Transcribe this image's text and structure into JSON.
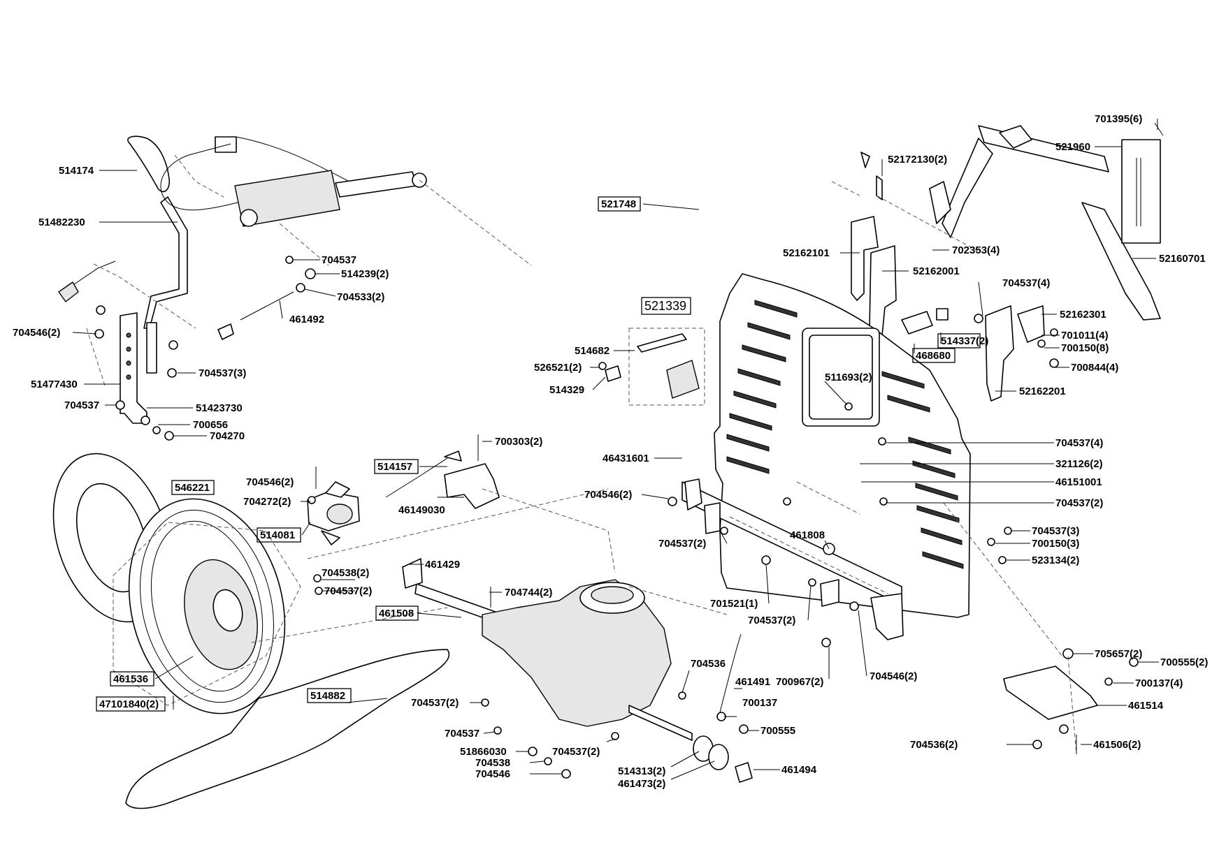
{
  "parts": [
    {
      "id": "p514174",
      "text": "514174"
    },
    {
      "id": "p51482230",
      "text": "51482230"
    },
    {
      "id": "p704537_a",
      "text": "704537"
    },
    {
      "id": "p514239",
      "text": "514239(2)"
    },
    {
      "id": "p704533",
      "text": "704533(2)"
    },
    {
      "id": "p461492",
      "text": "461492"
    },
    {
      "id": "p704546_a",
      "text": "704546(2)"
    },
    {
      "id": "p704537_3a",
      "text": "704537(3)"
    },
    {
      "id": "p51477430",
      "text": "51477430"
    },
    {
      "id": "p704537_b",
      "text": "704537"
    },
    {
      "id": "p51423730",
      "text": "51423730"
    },
    {
      "id": "p700656",
      "text": "700656"
    },
    {
      "id": "p704270",
      "text": "704270"
    },
    {
      "id": "p701395",
      "text": "701395(6)"
    },
    {
      "id": "p521960",
      "text": "521960"
    },
    {
      "id": "p52172130",
      "text": "52172130(2)"
    },
    {
      "id": "p521748",
      "text": "521748",
      "boxed": true
    },
    {
      "id": "p52162101",
      "text": "52162101"
    },
    {
      "id": "p702353",
      "text": "702353(4)"
    },
    {
      "id": "p52160701",
      "text": "52160701"
    },
    {
      "id": "p52162001",
      "text": "52162001"
    },
    {
      "id": "p521339",
      "text": "521339",
      "boxed": true
    },
    {
      "id": "p704537_4a",
      "text": "704537(4)"
    },
    {
      "id": "p52162301",
      "text": "52162301"
    },
    {
      "id": "p514682",
      "text": "514682"
    },
    {
      "id": "p514337",
      "text": "514337(2)",
      "boxed": true
    },
    {
      "id": "p701011",
      "text": "701011(4)"
    },
    {
      "id": "p526521",
      "text": "526521(2)"
    },
    {
      "id": "p700150_8",
      "text": "700150(8)"
    },
    {
      "id": "p468680",
      "text": "468680",
      "boxed": true
    },
    {
      "id": "p514329",
      "text": "514329"
    },
    {
      "id": "p700844",
      "text": "700844(4)"
    },
    {
      "id": "p511693",
      "text": "511693(2)"
    },
    {
      "id": "p52162201",
      "text": "52162201"
    },
    {
      "id": "p700303",
      "text": "700303(2)"
    },
    {
      "id": "p704537_4b",
      "text": "704537(4)"
    },
    {
      "id": "p514157",
      "text": "514157",
      "boxed": true
    },
    {
      "id": "p46431601",
      "text": "46431601"
    },
    {
      "id": "p321126",
      "text": "321126(2)"
    },
    {
      "id": "p704546_b",
      "text": "704546(2)"
    },
    {
      "id": "p546221",
      "text": "546221",
      "boxed": true
    },
    {
      "id": "p46151001",
      "text": "46151001"
    },
    {
      "id": "p704272",
      "text": "704272(2)"
    },
    {
      "id": "p46149030",
      "text": "46149030"
    },
    {
      "id": "p704546_c",
      "text": "704546(2)"
    },
    {
      "id": "p704537_2a",
      "text": "704537(2)"
    },
    {
      "id": "p514081",
      "text": "514081",
      "boxed": true
    },
    {
      "id": "p704537_3b",
      "text": "704537(3)"
    },
    {
      "id": "p461808",
      "text": "461808"
    },
    {
      "id": "p704537_2b",
      "text": "704537(2)"
    },
    {
      "id": "p700150_3",
      "text": "700150(3)"
    },
    {
      "id": "p461429",
      "text": "461429"
    },
    {
      "id": "p704538_2",
      "text": "704538(2)"
    },
    {
      "id": "p523134",
      "text": "523134(2)"
    },
    {
      "id": "p704537_2c",
      "text": "704537(2)"
    },
    {
      "id": "p704744",
      "text": "704744(2)"
    },
    {
      "id": "p461508",
      "text": "461508",
      "boxed": true
    },
    {
      "id": "p701521",
      "text": "701521(1)"
    },
    {
      "id": "p704537_2d",
      "text": "704537(2)"
    },
    {
      "id": "p705657",
      "text": "705657(2)"
    },
    {
      "id": "p700555_2",
      "text": "700555(2)"
    },
    {
      "id": "p704536_a",
      "text": "704536"
    },
    {
      "id": "p461491",
      "text": "461491"
    },
    {
      "id": "p700967",
      "text": "700967(2)"
    },
    {
      "id": "p704546_d",
      "text": "704546(2)"
    },
    {
      "id": "p700137_4",
      "text": "700137(4)"
    },
    {
      "id": "p461536",
      "text": "461536",
      "boxed": true
    },
    {
      "id": "p514882",
      "text": "514882",
      "boxed": true
    },
    {
      "id": "p461514",
      "text": "461514"
    },
    {
      "id": "p704537_2e",
      "text": "704537(2)"
    },
    {
      "id": "p47101840",
      "text": "47101840(2)",
      "boxed": true
    },
    {
      "id": "p700137",
      "text": "700137"
    },
    {
      "id": "p704537_c",
      "text": "704537"
    },
    {
      "id": "p700555",
      "text": "700555"
    },
    {
      "id": "p704536_2",
      "text": "704536(2)"
    },
    {
      "id": "p461506",
      "text": "461506(2)"
    },
    {
      "id": "p51866030",
      "text": "51866030"
    },
    {
      "id": "p704537_2f",
      "text": "704537(2)"
    },
    {
      "id": "p704538",
      "text": "704538"
    },
    {
      "id": "p704546_e",
      "text": "704546"
    },
    {
      "id": "p514313",
      "text": "514313(2)"
    },
    {
      "id": "p461473",
      "text": "461473(2)"
    },
    {
      "id": "p461494",
      "text": "461494"
    }
  ]
}
